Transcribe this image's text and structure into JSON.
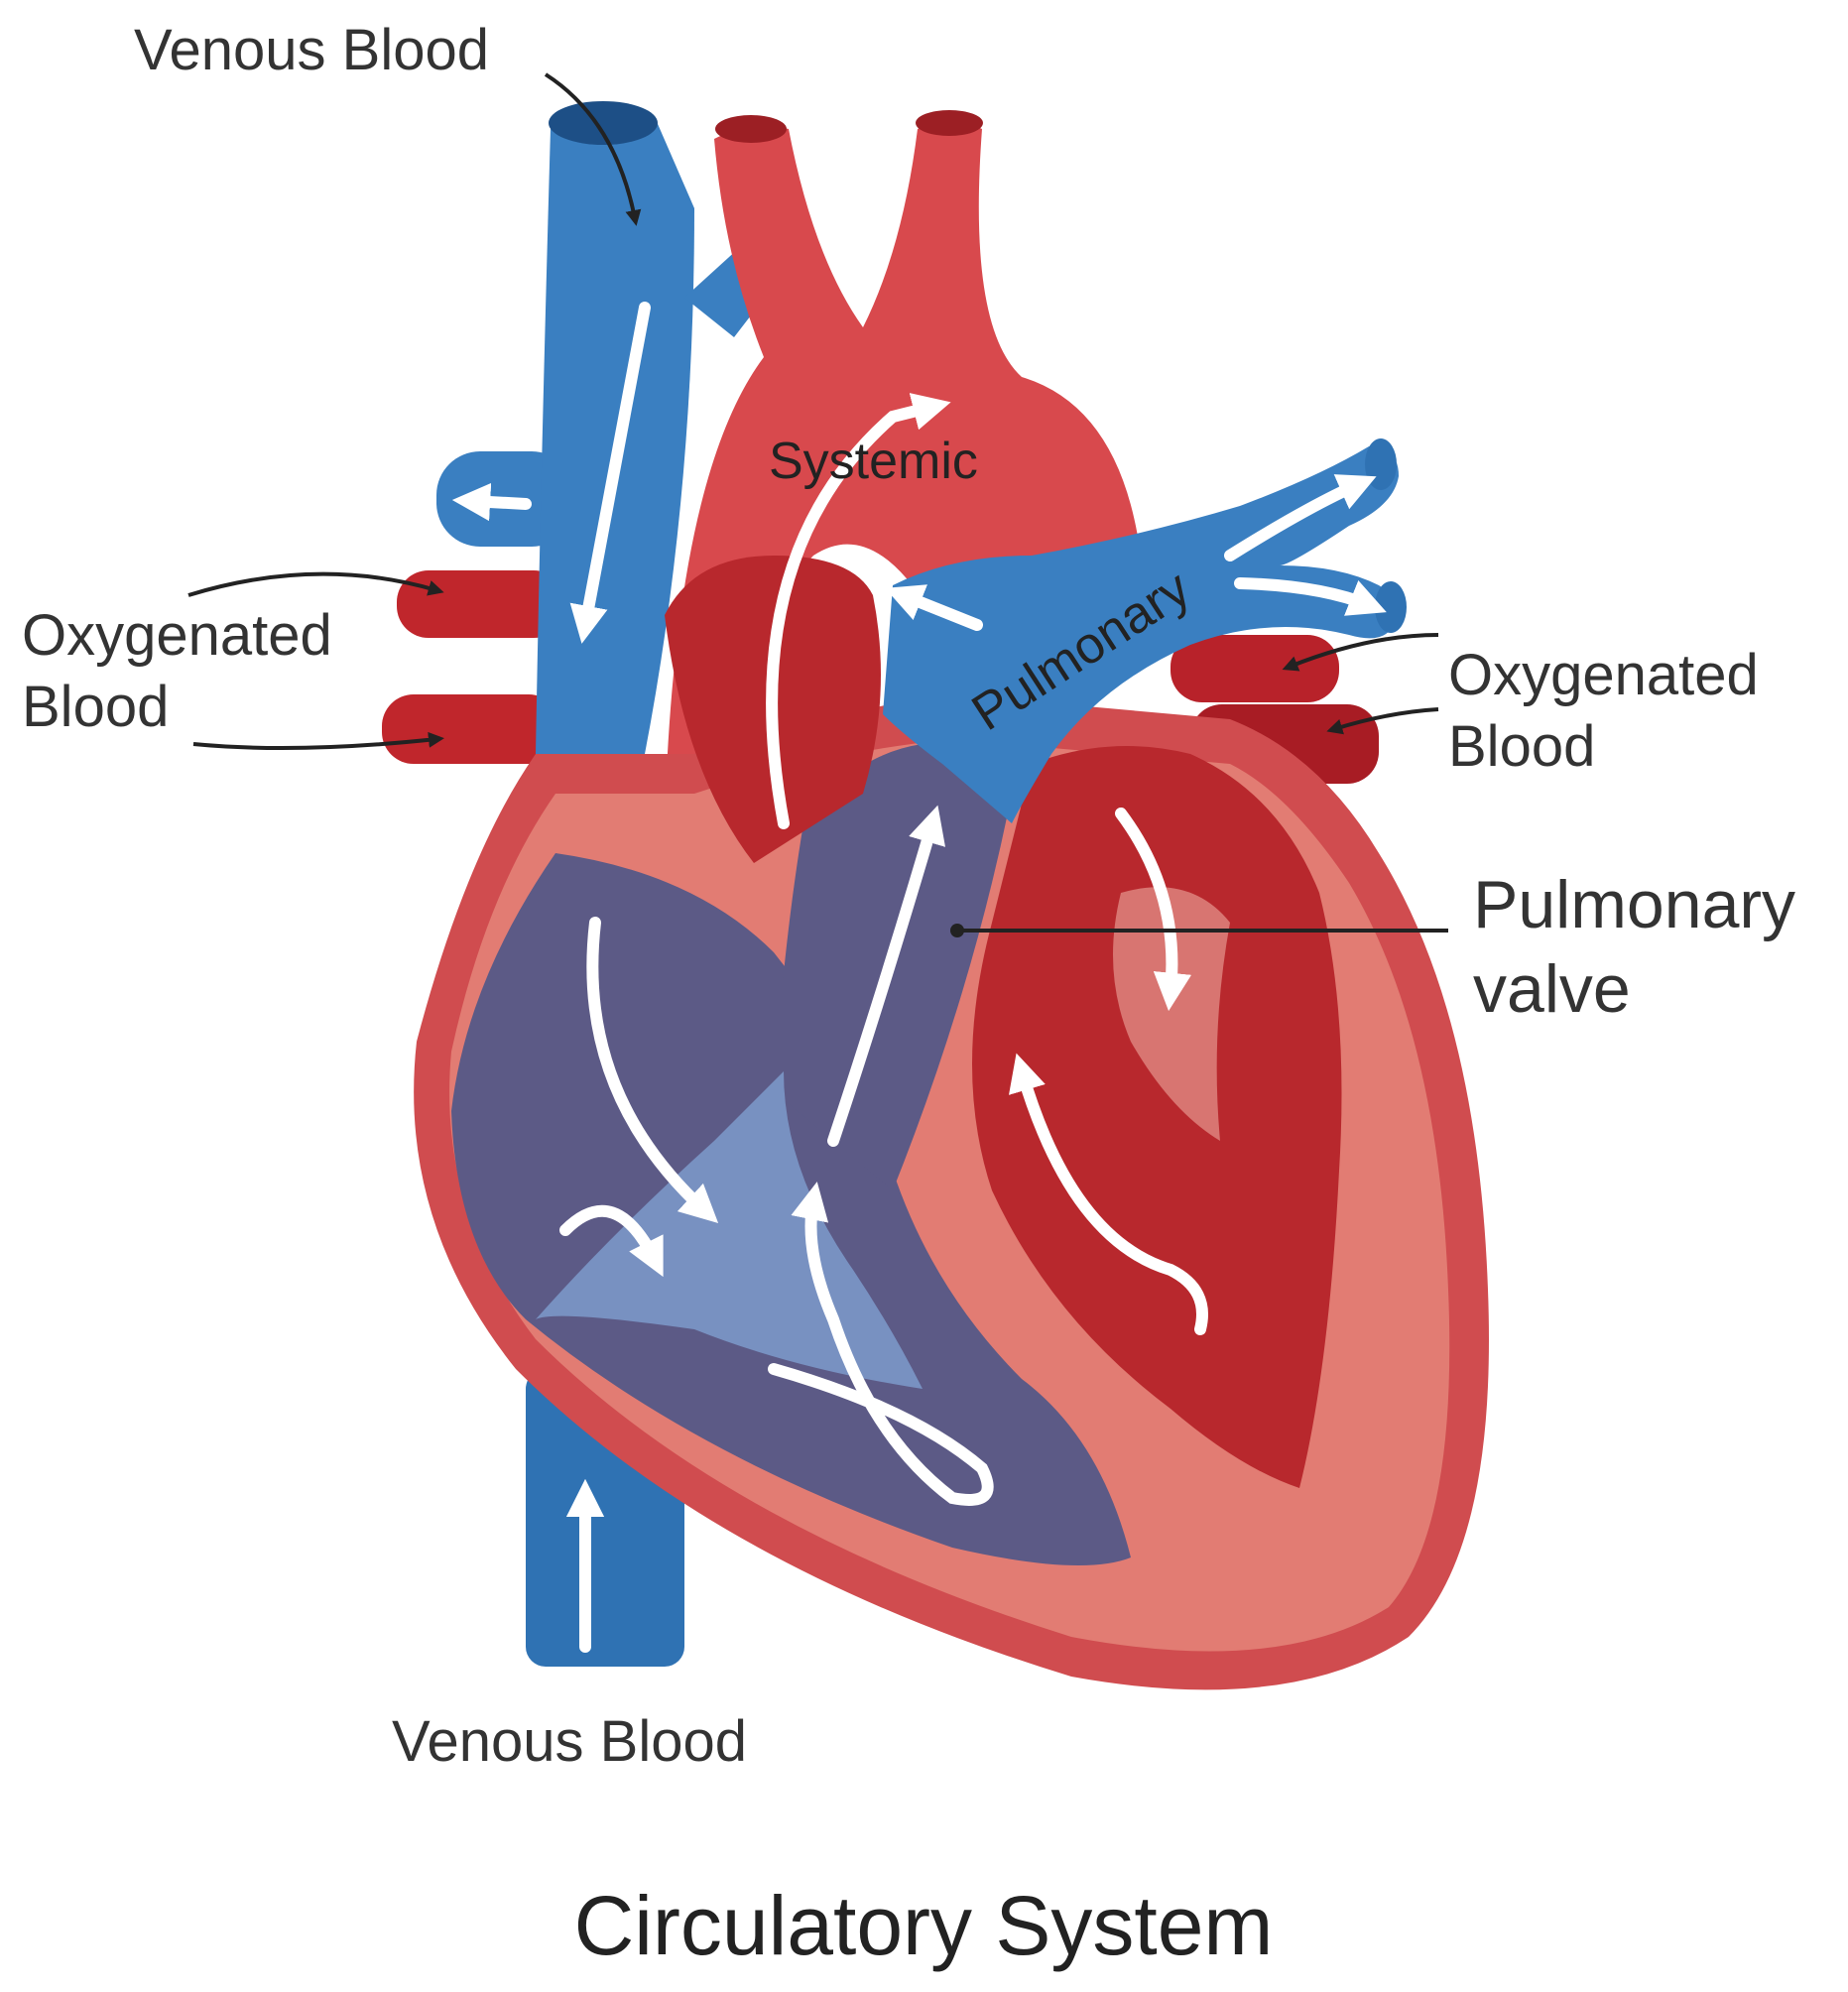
{
  "title": "Circulatory System",
  "labels": {
    "venous_top": "Venous Blood",
    "venous_bottom": "Venous Blood",
    "oxygenated_left_line1": "Oxygenated",
    "oxygenated_left_line2": "Blood",
    "oxygenated_right_line1": "Oxygenated",
    "oxygenated_right_line2": "Blood",
    "pulmonary_valve_line1": "Pulmonary",
    "pulmonary_valve_line2": "valve",
    "systemic": "Systemic",
    "pulmonary": "Pulmonary"
  },
  "colors": {
    "vein_blue": "#3a7fc1",
    "artery_red": "#d8494d",
    "dark_red": "#b8282d",
    "chamber_purple": "#5c5a86",
    "muscle_pink": "#e07a72",
    "flow_arrow": "#ffffff",
    "pointer": "#222222"
  }
}
